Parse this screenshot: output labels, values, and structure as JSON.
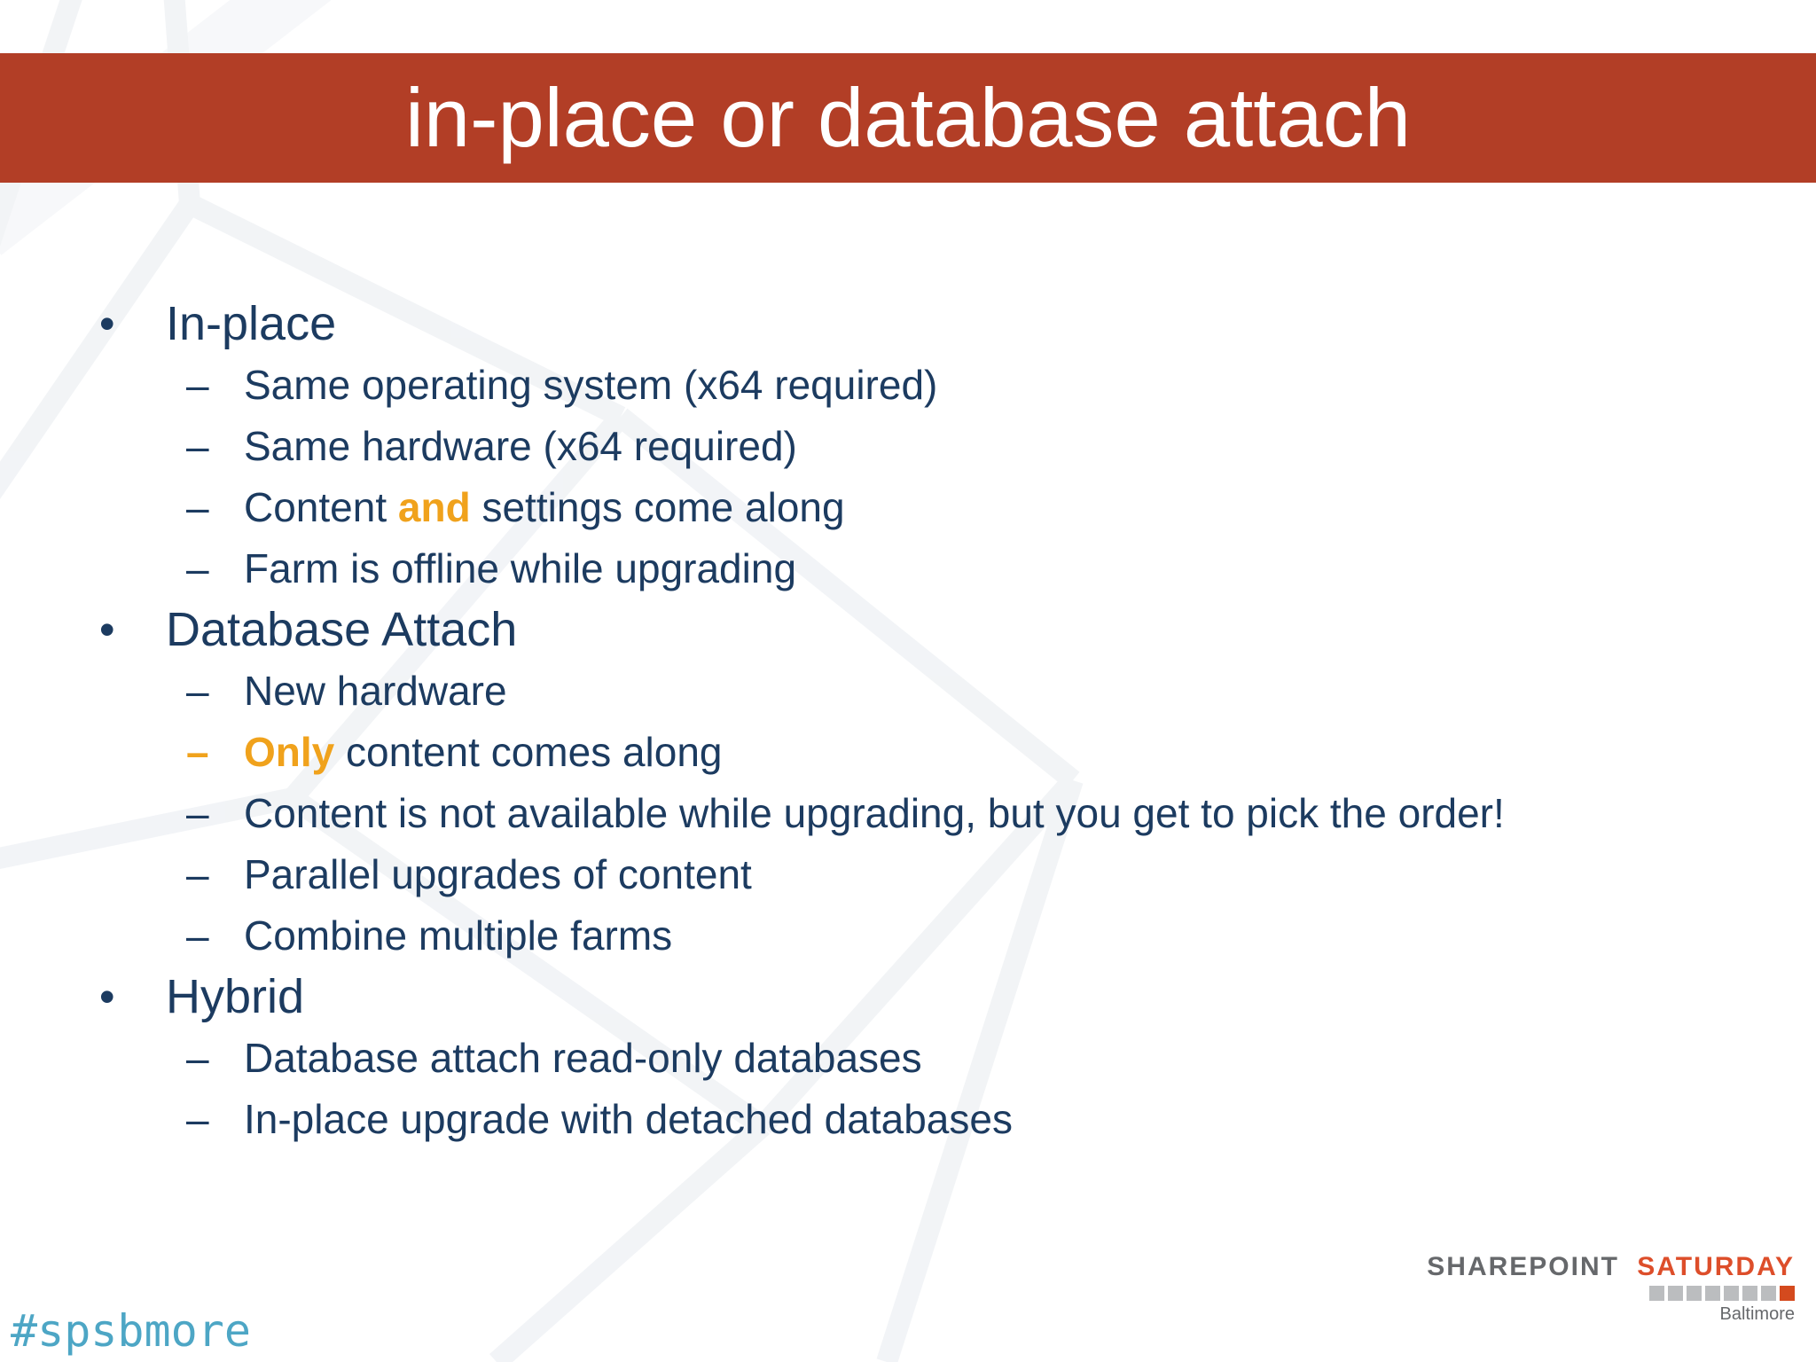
{
  "slide": {
    "title": "in-place or database attach",
    "hashtag": "#spsbmore",
    "colors": {
      "banner_red": "#B23E26",
      "body_navy": "#1C3B60",
      "accent_orange": "#F0A21C",
      "hashtag_teal": "#4DA6C5",
      "logo_gray": "#66686B",
      "logo_orange": "#DD4E2A",
      "logo_square_gray": "#BBBDBF",
      "logo_square_accent": "#D44A1E"
    },
    "list": {
      "bullet_glyph": "•",
      "dash_glyph": "–",
      "items": [
        {
          "level": 1,
          "text": "In-place"
        },
        {
          "level": 2,
          "text": "Same operating system (x64 required)"
        },
        {
          "level": 2,
          "text": "Same hardware (x64 required)"
        },
        {
          "level": 2,
          "parts": [
            {
              "t": "Content "
            },
            {
              "t": "and",
              "hl": true
            },
            {
              "t": " settings come along"
            }
          ]
        },
        {
          "level": 2,
          "text": "Farm is offline while upgrading"
        },
        {
          "level": 1,
          "text": "Database Attach"
        },
        {
          "level": 2,
          "text": "New hardware"
        },
        {
          "level": 2,
          "marker_highlight": true,
          "parts": [
            {
              "t": "Only",
              "hl": true
            },
            {
              "t": " content comes along"
            }
          ]
        },
        {
          "level": 2,
          "text": "Content is not available while upgrading, but you get to pick the order!"
        },
        {
          "level": 2,
          "text": "Parallel upgrades of content"
        },
        {
          "level": 2,
          "text": "Combine multiple farms"
        },
        {
          "level": 1,
          "text": "Hybrid"
        },
        {
          "level": 2,
          "text": "Database attach read-only databases"
        },
        {
          "level": 2,
          "text": "In-place upgrade with detached databases"
        }
      ]
    },
    "logo": {
      "brand_word1": "SHAREPOINT",
      "brand_word2": "SATURDAY",
      "city": "Baltimore",
      "squares": [
        "gray",
        "gray",
        "gray",
        "gray",
        "gray",
        "gray",
        "gray",
        "accent"
      ]
    }
  }
}
